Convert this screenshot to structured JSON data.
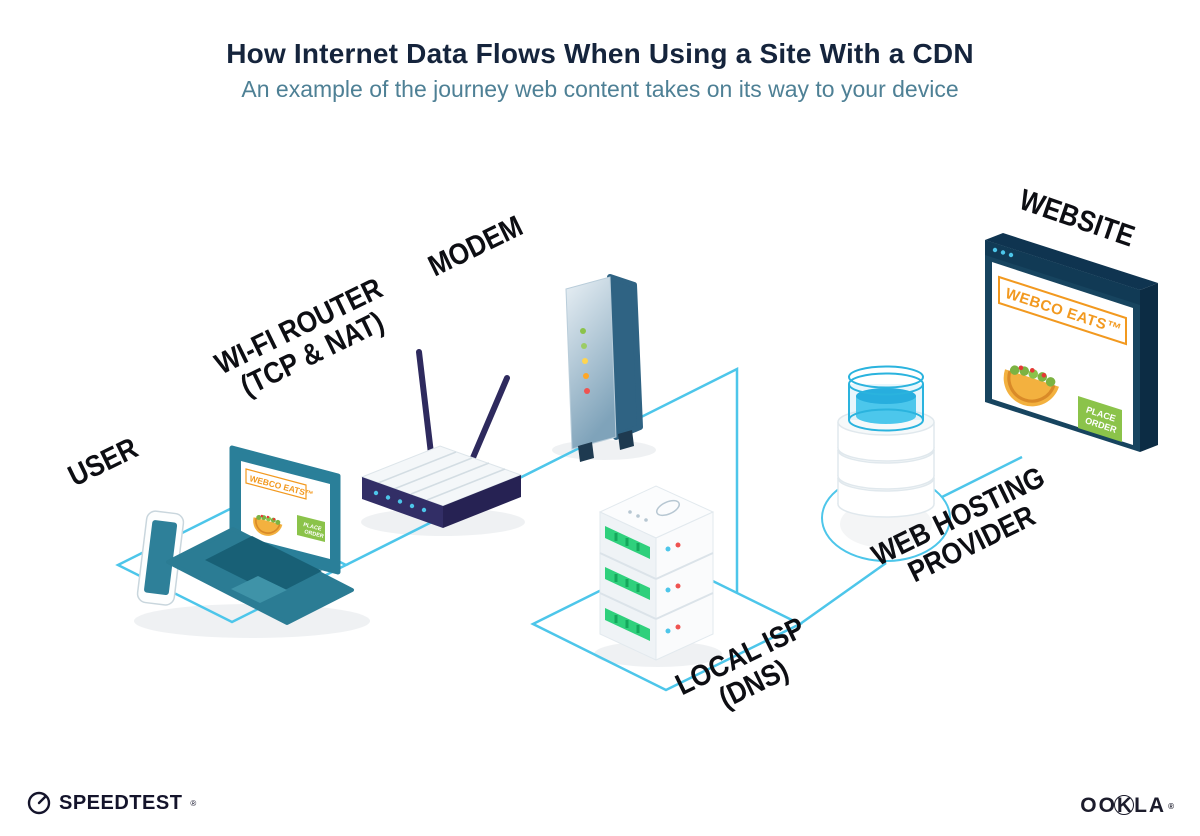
{
  "header": {
    "title": "How Internet Data Flows When Using a Site With a CDN",
    "subtitle": "An example of the journey web content takes on its way to your device"
  },
  "labels": {
    "user": "USER",
    "router_line1": "WI-FI ROUTER",
    "router_line2": "(TCP & NAT)",
    "modem": "MODEM",
    "isp_line1": "LOCAL ISP",
    "isp_line2": "(DNS)",
    "hosting_line1": "WEB HOSTING",
    "hosting_line2": "PROVIDER",
    "website": "WEBSITE"
  },
  "website_screen": {
    "brand": "WEBCO EATS™",
    "order_line1": "PLACE",
    "order_line2": "ORDER"
  },
  "laptop_screen": {
    "brand": "WEBCO EATS™",
    "order_line1": "PLACE",
    "order_line2": "ORDER"
  },
  "footer": {
    "speedtest": "SPEEDTEST",
    "speedtest_mark": "®",
    "ookla_part1": "OO",
    "ookla_k": "K",
    "ookla_part2": "LA",
    "ookla_mark": "®"
  },
  "colors": {
    "connection_line": "#4dc6ea",
    "navy": "#17445f",
    "teal": "#2e8099",
    "green_button": "#8bc34a",
    "brand_orange": "#f2991f",
    "server_green": "#2fd07c"
  }
}
